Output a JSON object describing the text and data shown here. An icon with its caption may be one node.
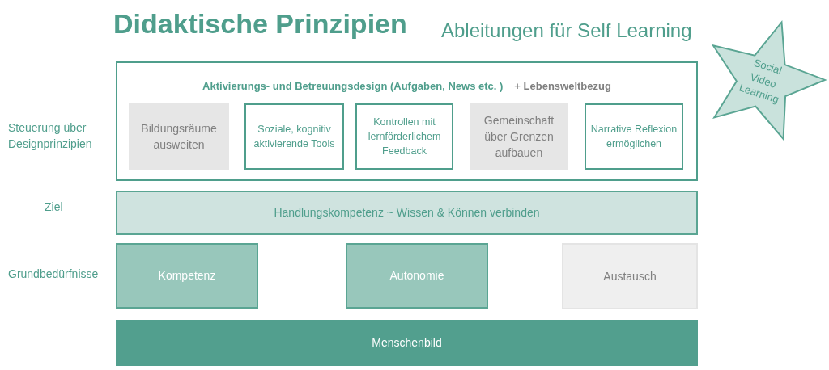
{
  "diagram": {
    "title": "Didaktische Prinzipien",
    "nodes": [
      {
        "text": [
          "Aktivierungs- und Betreuungsdesign (Aufgaben, News etc. )",
          "+ Lebensweltbezug"
        ]
      },
      {
        "text": [
          "Bildungsräume ausweiten"
        ],
        "in": 0
      },
      {
        "text": [
          "Soziale, kognitiv aktivierende Tools"
        ],
        "in": 0
      },
      {
        "text": [
          "Kontrollen mit lernförderlichem Feedback"
        ],
        "in": 0
      },
      {
        "text": [
          "Gemeinschaft über Grenzen aufbauen"
        ],
        "in": 0
      },
      {
        "text": [
          "Narrative Reflexion ermöglichen"
        ],
        "in": 0
      },
      {
        "text": [
          "Handlungskompetenz ~ Wissen & Können verbinden"
        ]
      },
      {
        "text": [
          "Kompetenz"
        ]
      },
      {
        "text": [
          "Autonomie"
        ]
      },
      {
        "text": [
          "Austausch"
        ]
      },
      {
        "text": [
          "Menschenbild"
        ]
      },
      {
        "text": [
          "Social Video Learning"
        ]
      }
    ],
    "labels": [
      "Ableitungen für Self Learning",
      "Steuerung über Designprinzipien",
      "Ziel",
      "Grundbedürfnisse"
    ]
  }
}
